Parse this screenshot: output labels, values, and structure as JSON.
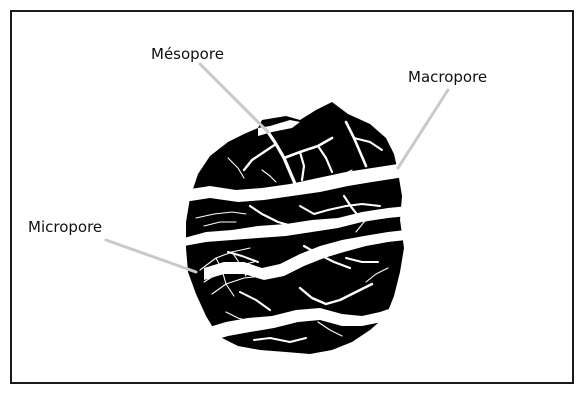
{
  "figure": {
    "labels": {
      "mesopore": "Mésopore",
      "macropore": "Macropore",
      "micropore": "Micropore"
    },
    "colors": {
      "aggregate": "#000000",
      "pores": "#ffffff",
      "border": "#1a1a1a",
      "leader": "#c9c9c9",
      "text": "#111111"
    }
  }
}
